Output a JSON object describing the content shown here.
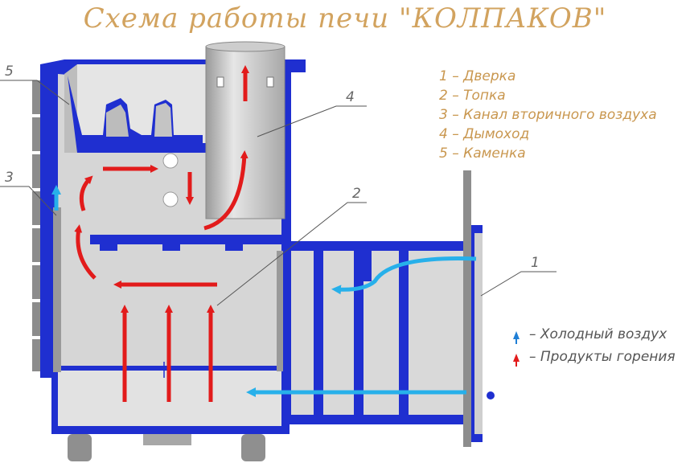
{
  "title": "Схема работы печи \"КОЛПАКОВ\"",
  "legend": [
    {
      "num": "1",
      "text": "1 – Дверка"
    },
    {
      "num": "2",
      "text": "2 – Топка"
    },
    {
      "num": "3",
      "text": "3 – Канал вторичного воздуха"
    },
    {
      "num": "4",
      "text": "4 – Дымоход"
    },
    {
      "num": "5",
      "text": "5 – Каменка"
    }
  ],
  "callouts": {
    "c1": "1",
    "c2": "2",
    "c3": "3",
    "c4": "4",
    "c5": "5"
  },
  "flow_legend": {
    "cold": {
      "text": "– Холодный воздух",
      "color": "#1f7fd6"
    },
    "hot": {
      "text": "– Продукты горения",
      "color": "#e21b1b"
    }
  },
  "colors": {
    "body": "#1f2fd0",
    "interior": "#d6d6d6",
    "hot": "#e21b1b",
    "cold": "#27b0ea"
  }
}
